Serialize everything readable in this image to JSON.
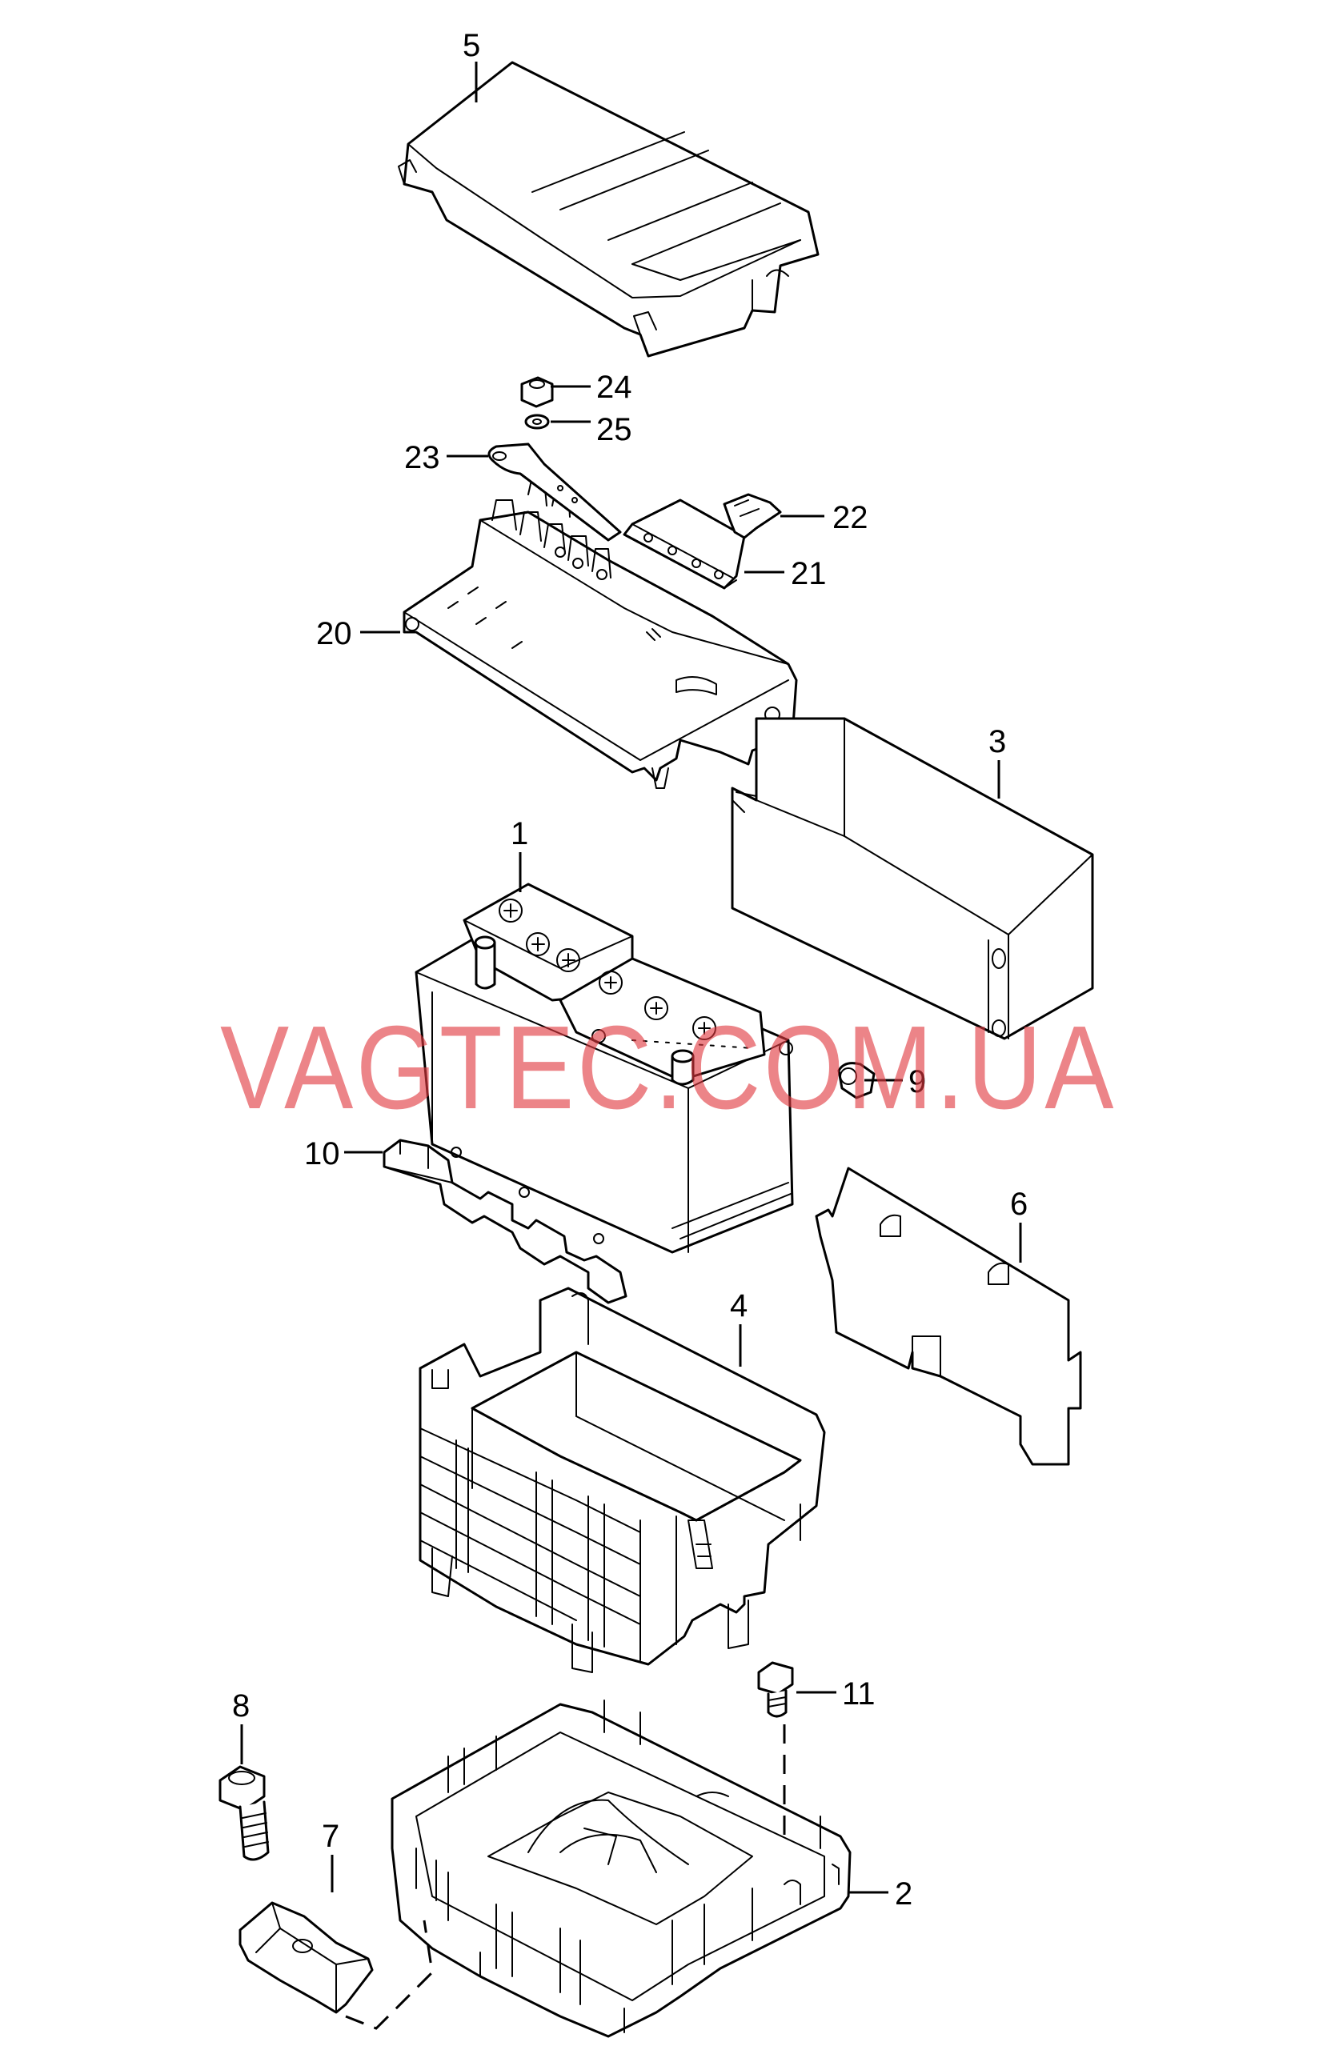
{
  "watermark": {
    "text": "VAGTEC.COM.UA",
    "color": "#e0393f"
  },
  "callouts": {
    "c1": "1",
    "c2": "2",
    "c3": "3",
    "c4": "4",
    "c5": "5",
    "c6": "6",
    "c7": "7",
    "c8": "8",
    "c9": "9",
    "c10": "10",
    "c11": "11",
    "c20": "20",
    "c21": "21",
    "c22": "22",
    "c23": "23",
    "c24": "24",
    "c25": "25"
  }
}
